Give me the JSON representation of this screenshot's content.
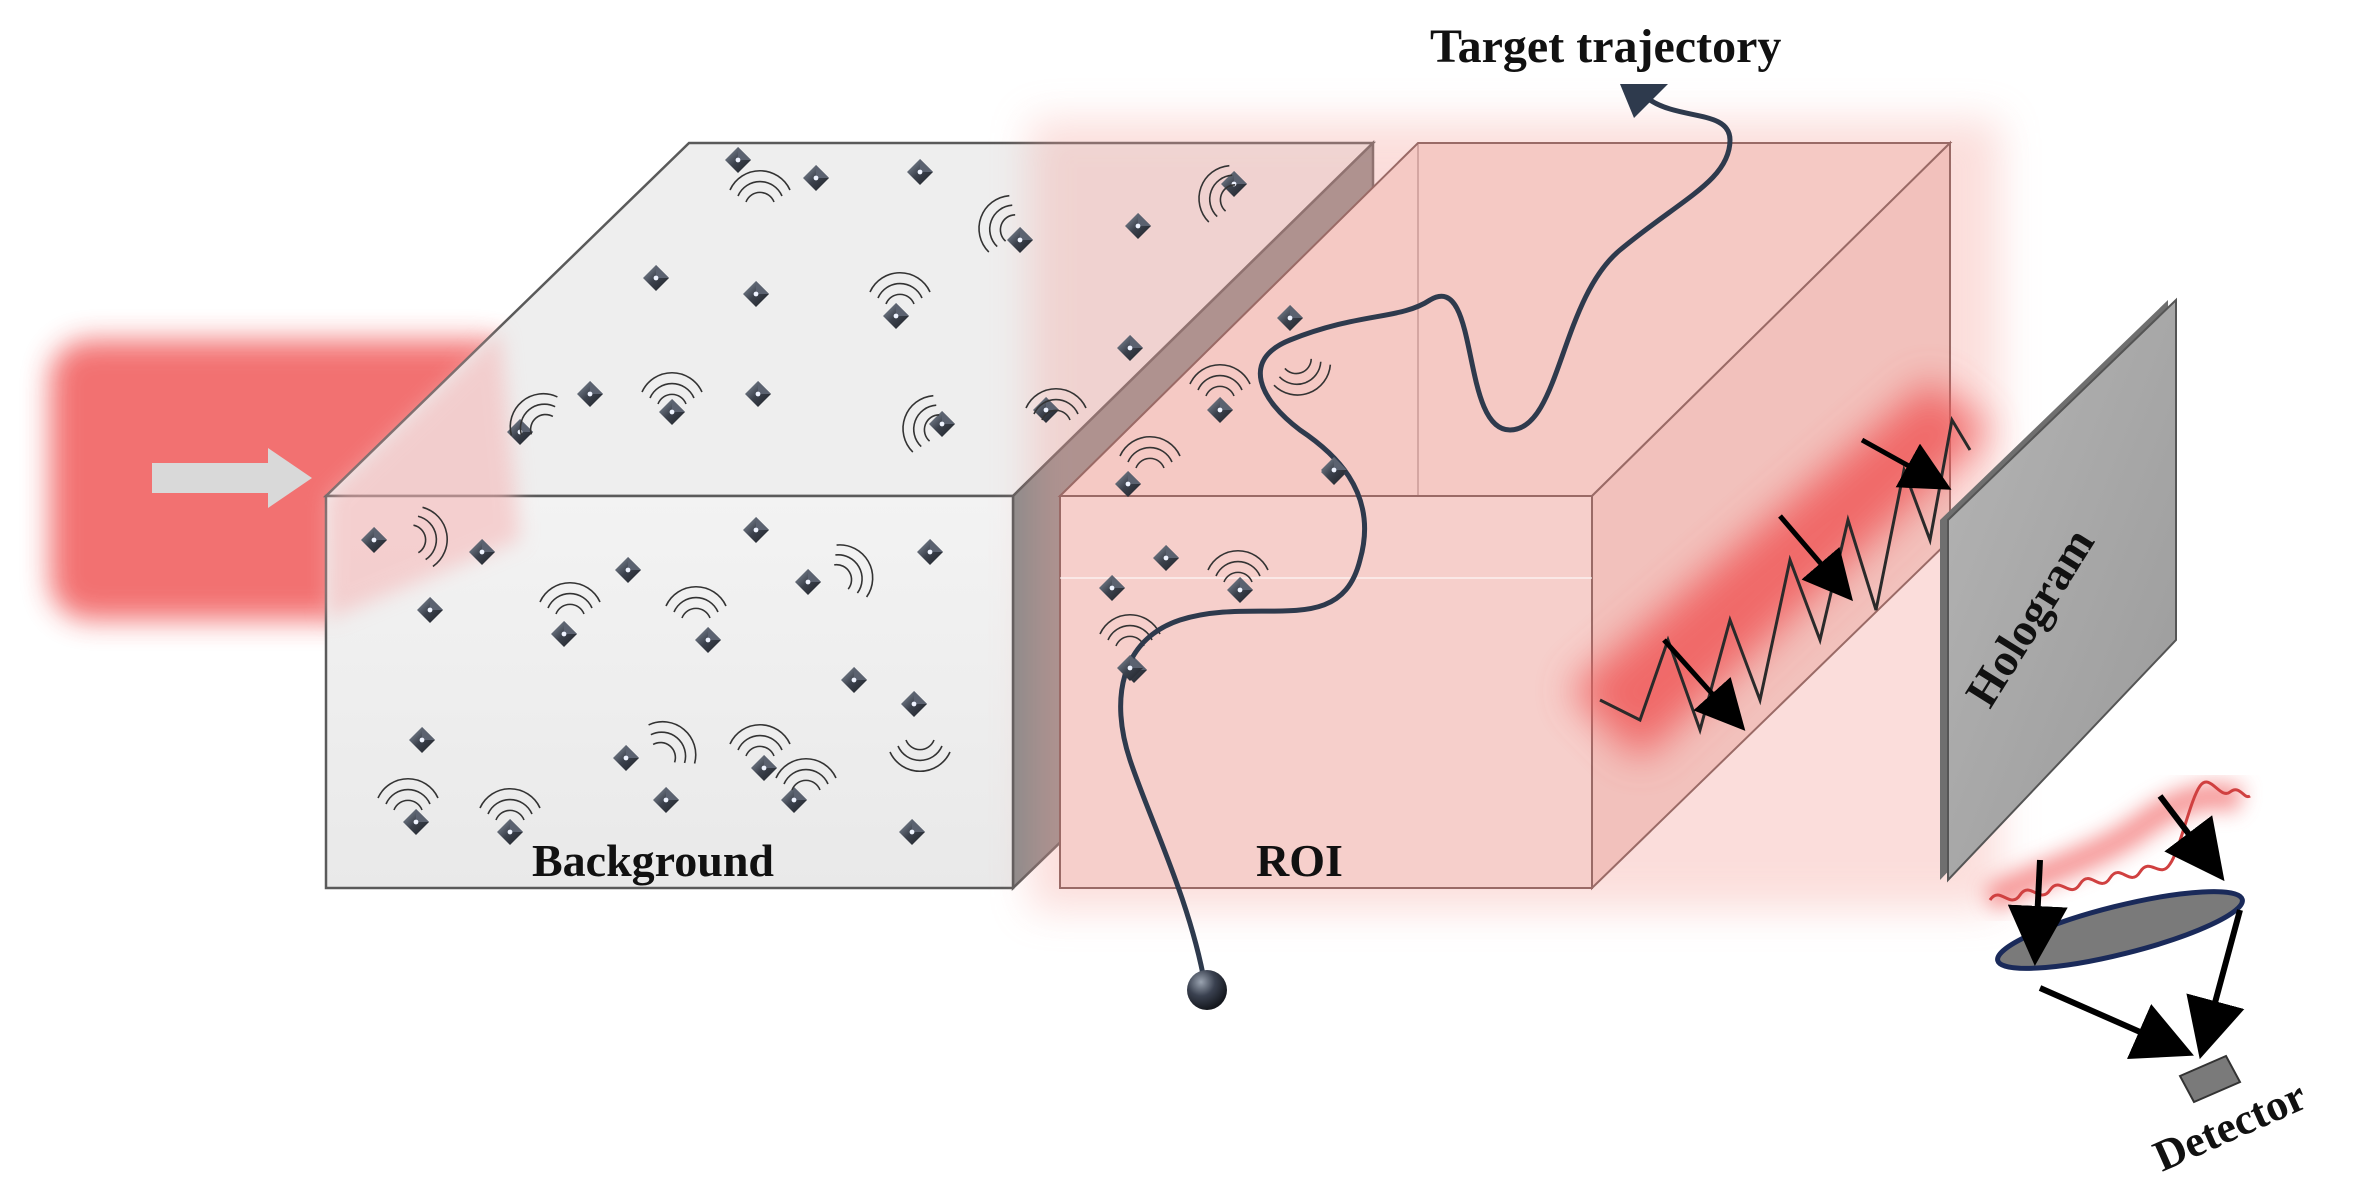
{
  "labels": {
    "target_trajectory": "Target trajectory",
    "background": "Background",
    "roi": "ROI",
    "hologram": "Hologram",
    "detector": "Detector"
  },
  "colors": {
    "beam": "#f26d6d",
    "box_face": "#efefef",
    "box_edge": "#555555",
    "roi_tint": "#f7c9c4",
    "trajectory": "#2e3a4d",
    "hologram": "#a6a6a6",
    "arrow": "#d3d3d3"
  },
  "icons": {
    "input_arrow": "right-arrow-icon",
    "particle": "pyramid-particle-icon",
    "scatter_wave": "scatter-wave-icon",
    "lens": "lens-icon",
    "detector": "detector-icon"
  }
}
